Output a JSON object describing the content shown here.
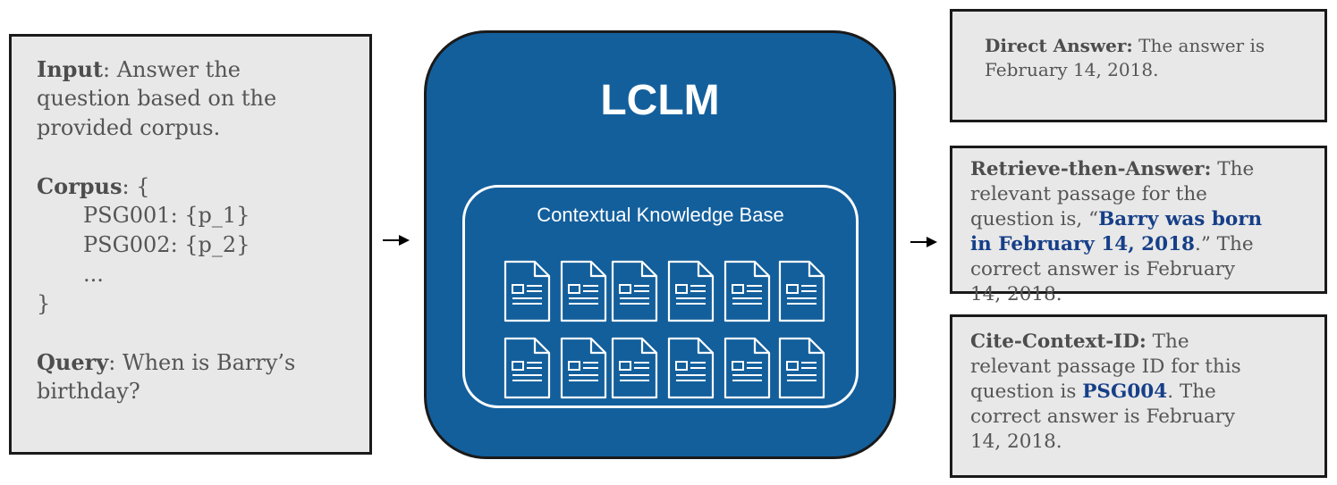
{
  "input_box": {
    "input_label": "Input",
    "input_text_1": ": Answer the",
    "input_text_2": "question based on the",
    "input_text_3": "provided corpus.",
    "corpus_label": "Corpus",
    "corpus_open": ": {",
    "psg1": "PSG001: {p_1}",
    "psg2": "PSG002: {p_2}",
    "ellipsis": "...",
    "corpus_close": "}",
    "query_label": "Query",
    "query_text_1": ": When is Barry’s",
    "query_text_2": "birthday?"
  },
  "model": {
    "title": "LCLM",
    "kb_title": "Contextual Knowledge Base"
  },
  "outputs": {
    "direct": {
      "label": "Direct Answer:",
      "text_1": " The answer is",
      "text_2": "February 14, 2018."
    },
    "retrieve": {
      "label": "Retrieve-then-Answer:",
      "text_1": " The",
      "line_2": "relevant passage for the",
      "line_3_pre": "question is, “",
      "quote_1": "Barry was born",
      "quote_2": "in February 14, 2018",
      "line_4_post": ".” The",
      "line_5": "correct answer is February",
      "line_6": "14, 2018."
    },
    "cite": {
      "label": "Cite-Context-ID:",
      "text_1": " The",
      "line_2": "relevant passage ID for this",
      "line_3_pre": "question is ",
      "id": "PSG004",
      "line_3_post": ". The",
      "line_4": "correct answer is February",
      "line_5": "14, 2018."
    }
  },
  "colors": {
    "model_fill": "#135f9c",
    "box_fill": "#e8e8e8",
    "highlight": "#163f88"
  },
  "icons": {
    "document": "document-icon",
    "arrow": "arrow-right-icon"
  }
}
